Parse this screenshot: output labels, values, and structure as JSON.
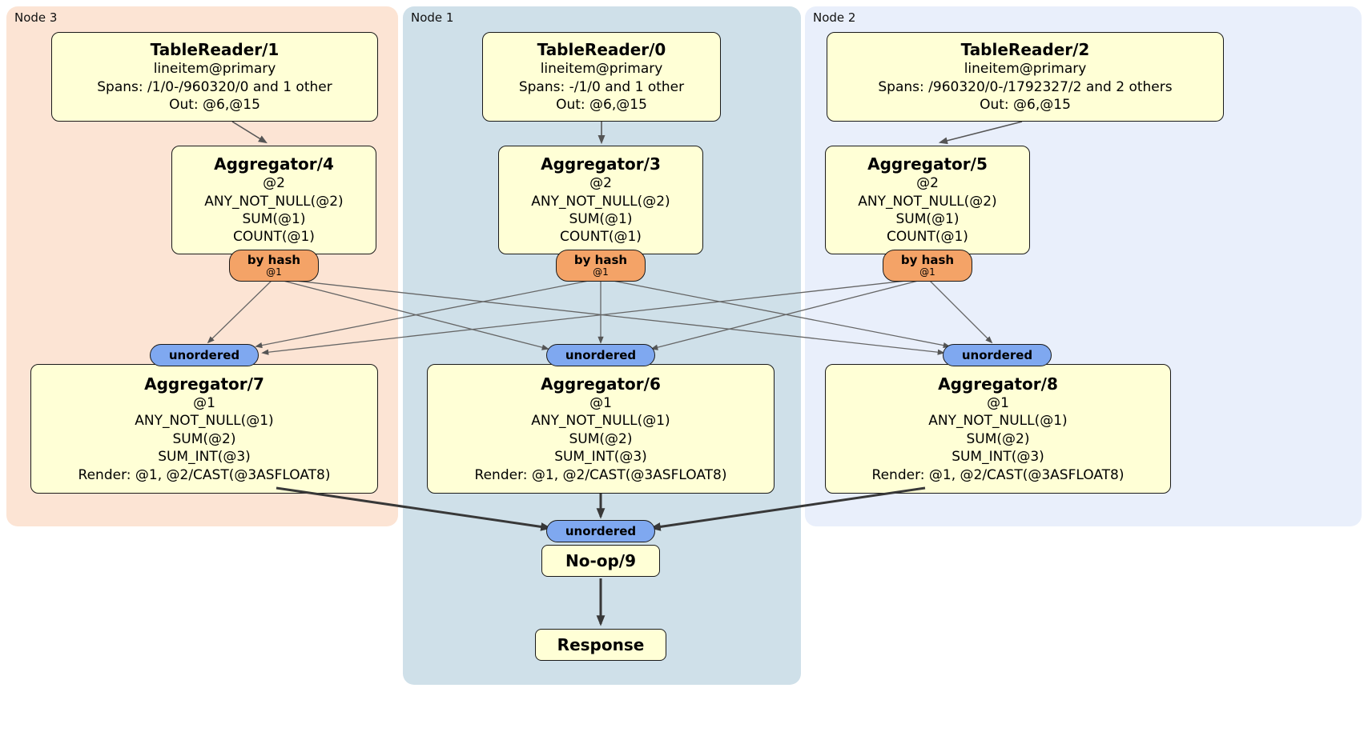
{
  "colors": {
    "node3_bg": "#fce4d4",
    "node1_bg": "#cfe0e9",
    "node2_bg": "#e9effb",
    "box_fill": "#ffffd6",
    "router_fill": "#f4a367",
    "sync_fill": "#7fa8f0",
    "edge_thin": "#666666",
    "edge_thick": "#383838"
  },
  "node3": {
    "label": "Node 3",
    "table_reader": {
      "title": "TableReader/1",
      "line1": "lineitem@primary",
      "line2": "Spans: /1/0-/960320/0 and 1 other",
      "line3": "Out: @6,@15"
    },
    "agg_top": {
      "title": "Aggregator/4",
      "line1": "@2",
      "line2": "ANY_NOT_NULL(@2)",
      "line3": "SUM(@1)",
      "line4": "COUNT(@1)"
    },
    "router": {
      "label": "by hash",
      "detail": "@1"
    },
    "sync": {
      "label": "unordered"
    },
    "agg_bottom": {
      "title": "Aggregator/7",
      "line1": "@1",
      "line2": "ANY_NOT_NULL(@1)",
      "line3": "SUM(@2)",
      "line4": "SUM_INT(@3)",
      "line5": "Render: @1, @2/CAST(@3ASFLOAT8)"
    }
  },
  "node1": {
    "label": "Node 1",
    "table_reader": {
      "title": "TableReader/0",
      "line1": "lineitem@primary",
      "line2": "Spans: -/1/0 and 1 other",
      "line3": "Out: @6,@15"
    },
    "agg_top": {
      "title": "Aggregator/3",
      "line1": "@2",
      "line2": "ANY_NOT_NULL(@2)",
      "line3": "SUM(@1)",
      "line4": "COUNT(@1)"
    },
    "router": {
      "label": "by hash",
      "detail": "@1"
    },
    "sync": {
      "label": "unordered"
    },
    "agg_bottom": {
      "title": "Aggregator/6",
      "line1": "@1",
      "line2": "ANY_NOT_NULL(@1)",
      "line3": "SUM(@2)",
      "line4": "SUM_INT(@3)",
      "line5": "Render: @1, @2/CAST(@3ASFLOAT8)"
    },
    "final_sync": {
      "label": "unordered"
    },
    "noop": {
      "title": "No-op/9"
    },
    "response": {
      "title": "Response"
    }
  },
  "node2": {
    "label": "Node 2",
    "table_reader": {
      "title": "TableReader/2",
      "line1": "lineitem@primary",
      "line2": "Spans: /960320/0-/1792327/2 and 2 others",
      "line3": "Out: @6,@15"
    },
    "agg_top": {
      "title": "Aggregator/5",
      "line1": "@2",
      "line2": "ANY_NOT_NULL(@2)",
      "line3": "SUM(@1)",
      "line4": "COUNT(@1)"
    },
    "router": {
      "label": "by hash",
      "detail": "@1"
    },
    "sync": {
      "label": "unordered"
    },
    "agg_bottom": {
      "title": "Aggregator/8",
      "line1": "@1",
      "line2": "ANY_NOT_NULL(@1)",
      "line3": "SUM(@2)",
      "line4": "SUM_INT(@3)",
      "line5": "Render: @1, @2/CAST(@3ASFLOAT8)"
    }
  }
}
